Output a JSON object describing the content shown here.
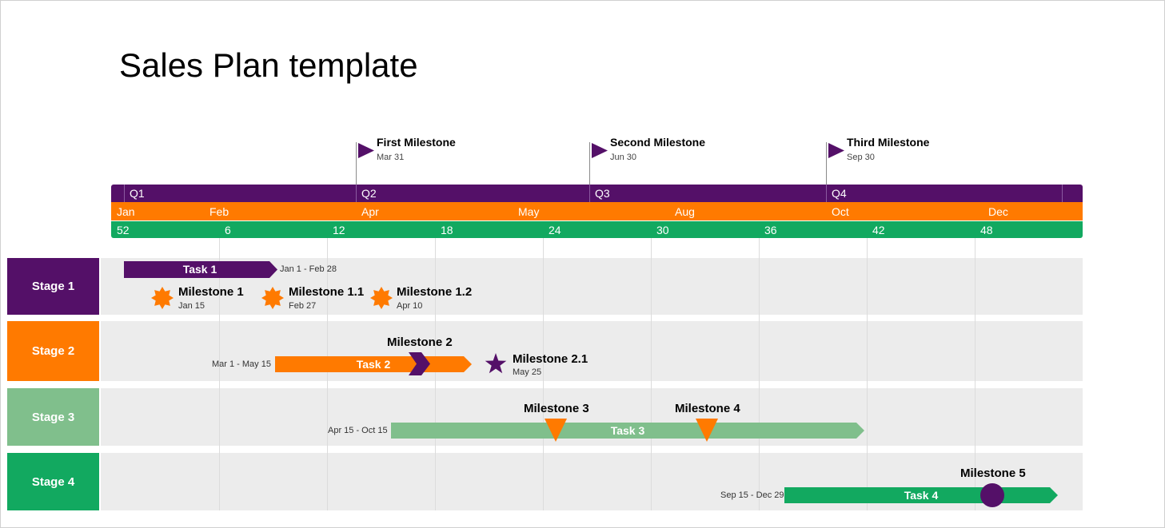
{
  "title": "Sales Plan template",
  "header_milestones": [
    {
      "title": "First Milestone",
      "date": "Mar 31"
    },
    {
      "title": "Second  Milestone",
      "date": "Jun 30"
    },
    {
      "title": "Third Milestone",
      "date": "Sep 30"
    }
  ],
  "quarters": [
    "Q1",
    "Q2",
    "Q3",
    "Q4"
  ],
  "months": [
    "Jan",
    "Feb",
    "Apr",
    "May",
    "Aug",
    "Oct",
    "Dec"
  ],
  "weeks": [
    "52",
    "6",
    "12",
    "18",
    "24",
    "30",
    "36",
    "42",
    "48"
  ],
  "stages": [
    {
      "label": "Stage 1",
      "color": "#541068"
    },
    {
      "label": "Stage 2",
      "color": "#ff7a00"
    },
    {
      "label": "Stage 3",
      "color": "#80bf8c"
    },
    {
      "label": "Stage 4",
      "color": "#12a960"
    }
  ],
  "tasks": [
    {
      "label": "Task 1",
      "dates": "Jan 1 - Feb 28",
      "color": "#541068"
    },
    {
      "label": "Task 2",
      "dates": "Mar 1 - May 15",
      "color": "#ff7a00"
    },
    {
      "label": "Task 3",
      "dates": "Apr 15 - Oct 15",
      "color": "#80bf8c"
    },
    {
      "label": "Task 4",
      "dates": "Sep 15 - Dec 29",
      "color": "#12a960"
    }
  ],
  "milestones": [
    {
      "label": "Milestone 1",
      "date": "Jan 15",
      "icon": "burst-icon",
      "color": "#ff7a00"
    },
    {
      "label": "Milestone 1.1",
      "date": "Feb 27",
      "icon": "burst-icon",
      "color": "#ff7a00"
    },
    {
      "label": "Milestone 1.2",
      "date": "Apr 10",
      "icon": "burst-icon",
      "color": "#ff7a00"
    },
    {
      "label": "Milestone 2",
      "icon": "chevron-icon",
      "color": "#541068"
    },
    {
      "label": "Milestone 2.1",
      "date": "May 25",
      "icon": "star-icon",
      "color": "#541068"
    },
    {
      "label": "Milestone 3",
      "icon": "triangle-down-icon",
      "color": "#ff7a00"
    },
    {
      "label": "Milestone 4",
      "icon": "triangle-down-icon",
      "color": "#ff7a00"
    },
    {
      "label": "Milestone 5",
      "icon": "circle-icon",
      "color": "#541068"
    }
  ]
}
